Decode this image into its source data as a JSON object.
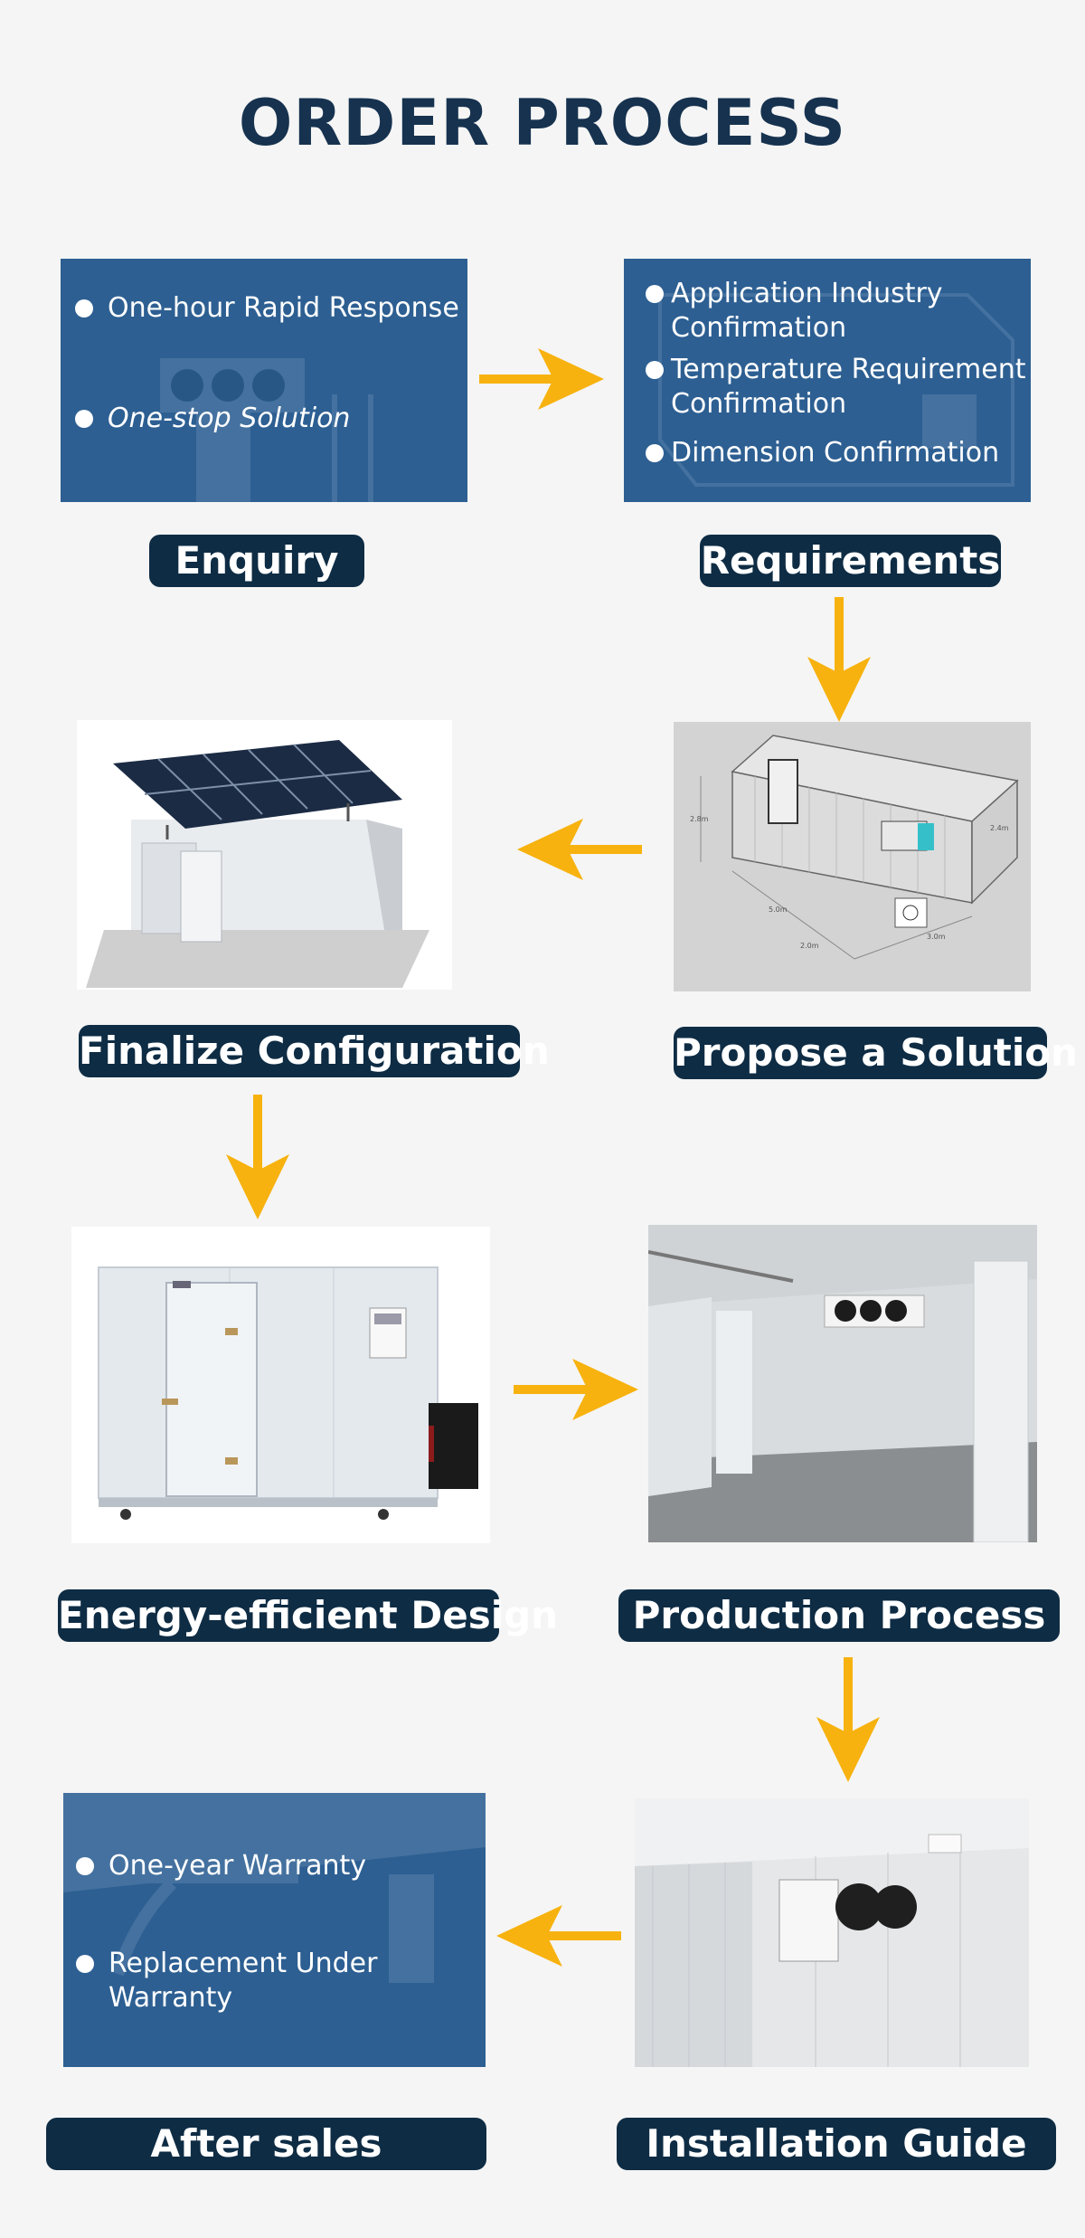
{
  "page": {
    "title": "ORDER PROCESS"
  },
  "colors": {
    "accent_arrow": "#f7b20f",
    "label_bg": "#0e2c44",
    "box_blue": "#2d5f92",
    "title": "#16324f"
  },
  "steps": [
    {
      "label": "Enquiry",
      "bullets": [
        "One-hour Rapid Response",
        "One-stop Solution"
      ]
    },
    {
      "label": "Requirements",
      "bullets": [
        "Application Industry Confirmation",
        "Temperature Requirement Confirmation",
        "Dimension Confirmation"
      ]
    },
    {
      "label": "Propose a Solution",
      "image": "cold-room-3d-drawing"
    },
    {
      "label": "Finalize Configuration",
      "image": "solar-cold-room"
    },
    {
      "label": "Energy-efficient Design",
      "image": "cold-room-with-condensing-unit"
    },
    {
      "label": "Production Process",
      "image": "cold-room-interior"
    },
    {
      "label": "Installation Guide",
      "image": "evaporator-installed"
    },
    {
      "label": "After sales",
      "bullets": [
        "One-year Warranty",
        "Replacement Under Warranty"
      ]
    }
  ],
  "requirements_lines": {
    "b1_line1": "Application Industry",
    "b1_line2": "Confirmation",
    "b2_line1": "Temperature Requirement",
    "b2_line2": "Confirmation",
    "b3_line1": "Dimension Confirmation"
  },
  "aftersales_lines": {
    "b2_line1": "Replacement Under",
    "b2_line2": "Warranty"
  },
  "drawing_dims": [
    "2.8m",
    "5.0m",
    "2.0m",
    "2.4m",
    "3.0m"
  ]
}
